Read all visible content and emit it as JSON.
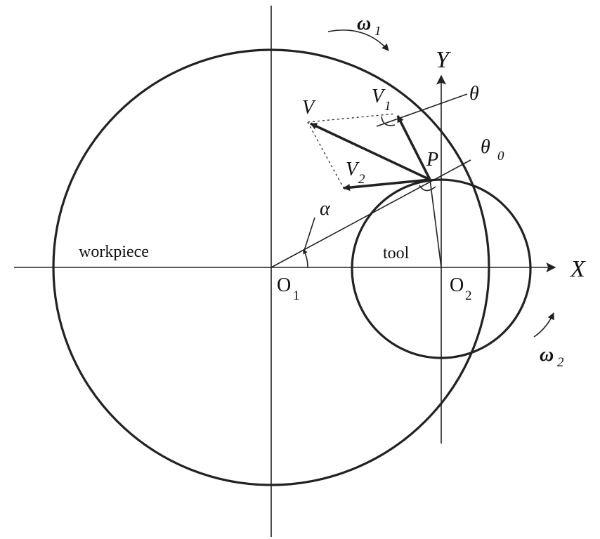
{
  "labels": {
    "workpiece": "workpiece",
    "tool": "tool",
    "axis_x": "X",
    "axis_y": "Y",
    "origin1": "O",
    "origin1_sub": "1",
    "origin2": "O",
    "origin2_sub": "2",
    "omega1": "ω",
    "omega1_sub": "1",
    "omega2": "ω",
    "omega2_sub": "2",
    "theta": "θ",
    "theta0": "θ",
    "theta0_sub": "0",
    "alpha": "α",
    "point_p": "P",
    "v": "V",
    "v1": "V",
    "v1_sub": "1",
    "v2": "V",
    "v2_sub": "2"
  },
  "colors": {
    "ink": "#222222",
    "background": "#ffffff"
  }
}
